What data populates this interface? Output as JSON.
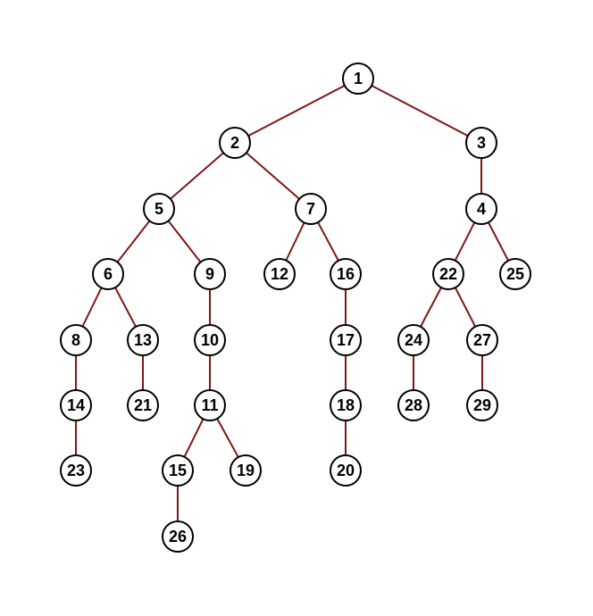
{
  "diagram": {
    "type": "tree",
    "colors": {
      "edge": "#7f1616",
      "node_fill": "#ffffff",
      "node_stroke": "#000000",
      "label": "#000000"
    },
    "nodes": [
      "1",
      "2",
      "3",
      "4",
      "5",
      "6",
      "7",
      "8",
      "9",
      "10",
      "11",
      "12",
      "13",
      "14",
      "15",
      "16",
      "17",
      "18",
      "19",
      "20",
      "21",
      "22",
      "23",
      "24",
      "25",
      "26",
      "27",
      "28",
      "29"
    ],
    "edges": [
      [
        "1",
        "2"
      ],
      [
        "1",
        "3"
      ],
      [
        "2",
        "5"
      ],
      [
        "2",
        "7"
      ],
      [
        "3",
        "4"
      ],
      [
        "5",
        "6"
      ],
      [
        "5",
        "9"
      ],
      [
        "7",
        "12"
      ],
      [
        "7",
        "16"
      ],
      [
        "4",
        "22"
      ],
      [
        "4",
        "25"
      ],
      [
        "6",
        "8"
      ],
      [
        "6",
        "13"
      ],
      [
        "9",
        "10"
      ],
      [
        "16",
        "17"
      ],
      [
        "22",
        "24"
      ],
      [
        "22",
        "27"
      ],
      [
        "8",
        "14"
      ],
      [
        "13",
        "21"
      ],
      [
        "10",
        "11"
      ],
      [
        "17",
        "18"
      ],
      [
        "24",
        "28"
      ],
      [
        "27",
        "29"
      ],
      [
        "14",
        "23"
      ],
      [
        "11",
        "15"
      ],
      [
        "11",
        "19"
      ],
      [
        "18",
        "20"
      ],
      [
        "15",
        "26"
      ]
    ]
  }
}
